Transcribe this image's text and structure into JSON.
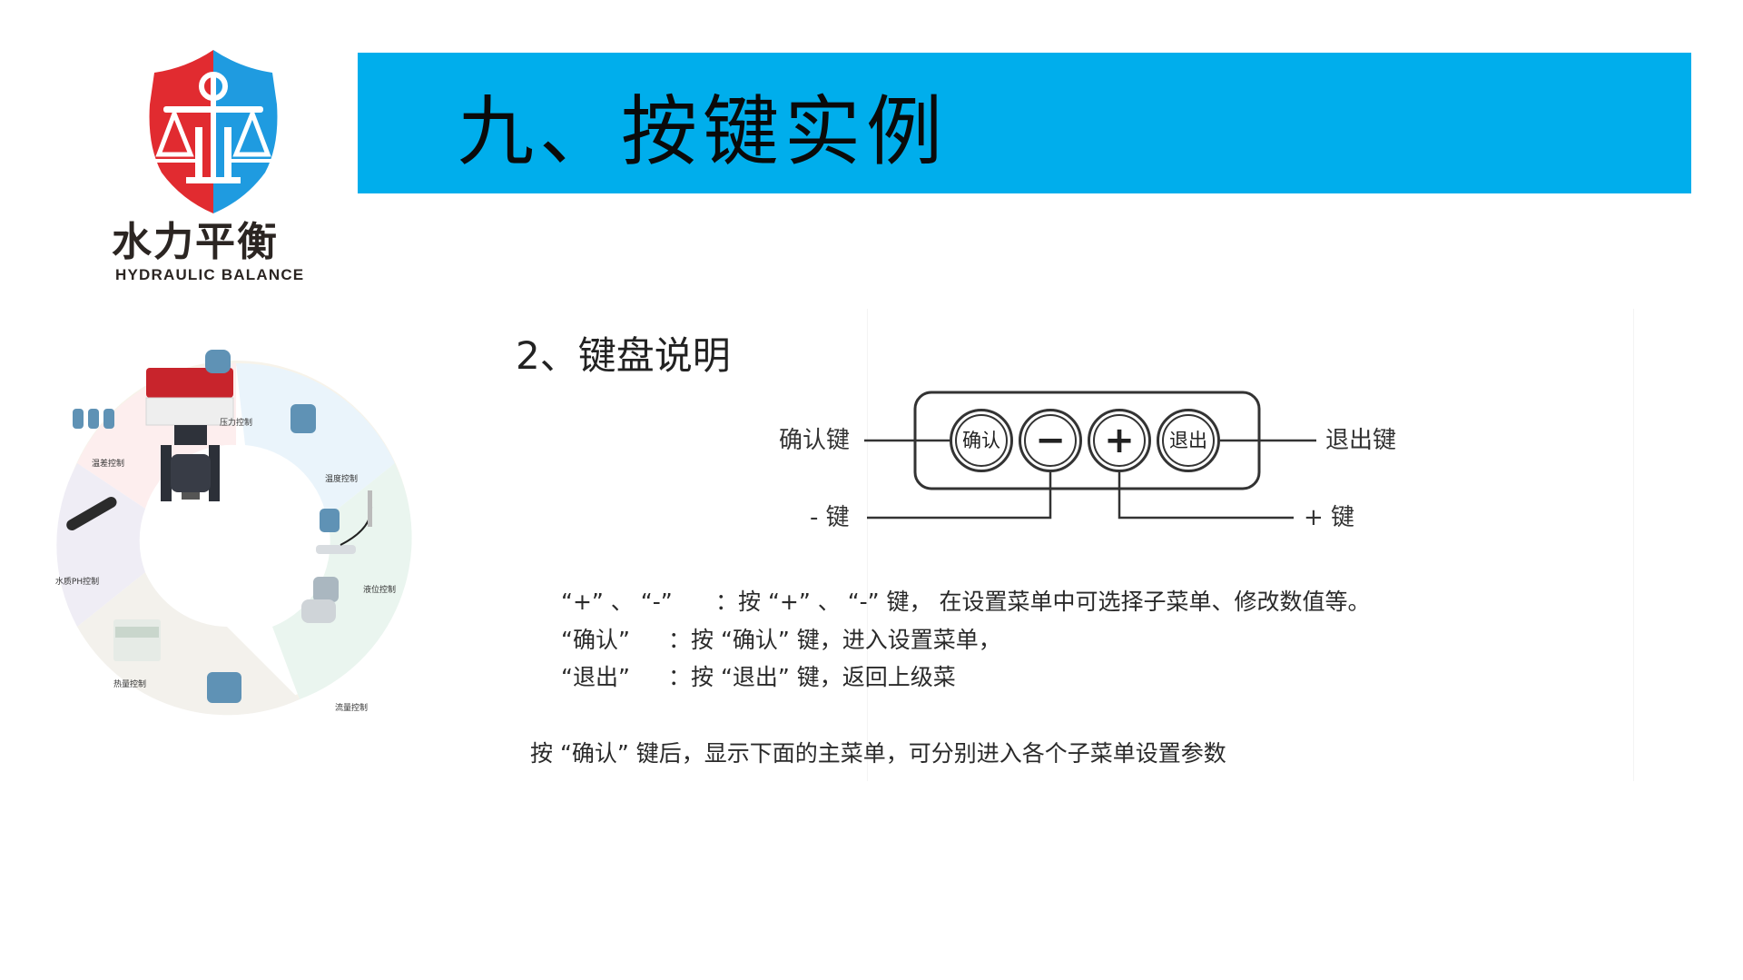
{
  "logo": {
    "name_cn": "水力平衡",
    "name_en": "HYDRAULIC BALANCE",
    "colors": {
      "red": "#e12b30",
      "blue": "#1f9be0",
      "text": "#2b2522"
    }
  },
  "title_bar": {
    "title": "九、按键实例",
    "background": "#00aeec"
  },
  "product_circle": {
    "center_item": "valve-actuator-image",
    "labels": [
      {
        "id": "pressure",
        "text": "压力控制"
      },
      {
        "id": "temperature",
        "text": "温度控制"
      },
      {
        "id": "level",
        "text": "液位控制"
      },
      {
        "id": "flow",
        "text": "流量控制"
      },
      {
        "id": "heat",
        "text": "热量控制"
      },
      {
        "id": "ph",
        "text": "水质PH控制"
      },
      {
        "id": "temp_diff",
        "text": "温差控制"
      }
    ]
  },
  "section": {
    "title": "2、键盘说明"
  },
  "keyboard": {
    "labels": {
      "confirm_key": "确认键",
      "exit_key": "退出键",
      "minus_key": "- 键",
      "plus_key": "+ 键"
    },
    "buttons": [
      {
        "id": "confirm",
        "text": "确认"
      },
      {
        "id": "minus",
        "text": "−"
      },
      {
        "id": "plus",
        "text": "+"
      },
      {
        "id": "exit",
        "text": "退出"
      }
    ]
  },
  "descriptions": [
    {
      "key": "“+” 、 “-”",
      "text": "：按 “+” 、 “-” 键， 在设置菜单中可选择子菜单、修改数值等。"
    },
    {
      "key": "“确认”",
      "text": "：按 “确认” 键，进入设置菜单，"
    },
    {
      "key": "“退出”",
      "text": "：按 “退出” 键，返回上级菜"
    }
  ],
  "footer_note": "按 “确认” 键后，显示下面的主菜单，可分别进入各个子菜单设置参数"
}
